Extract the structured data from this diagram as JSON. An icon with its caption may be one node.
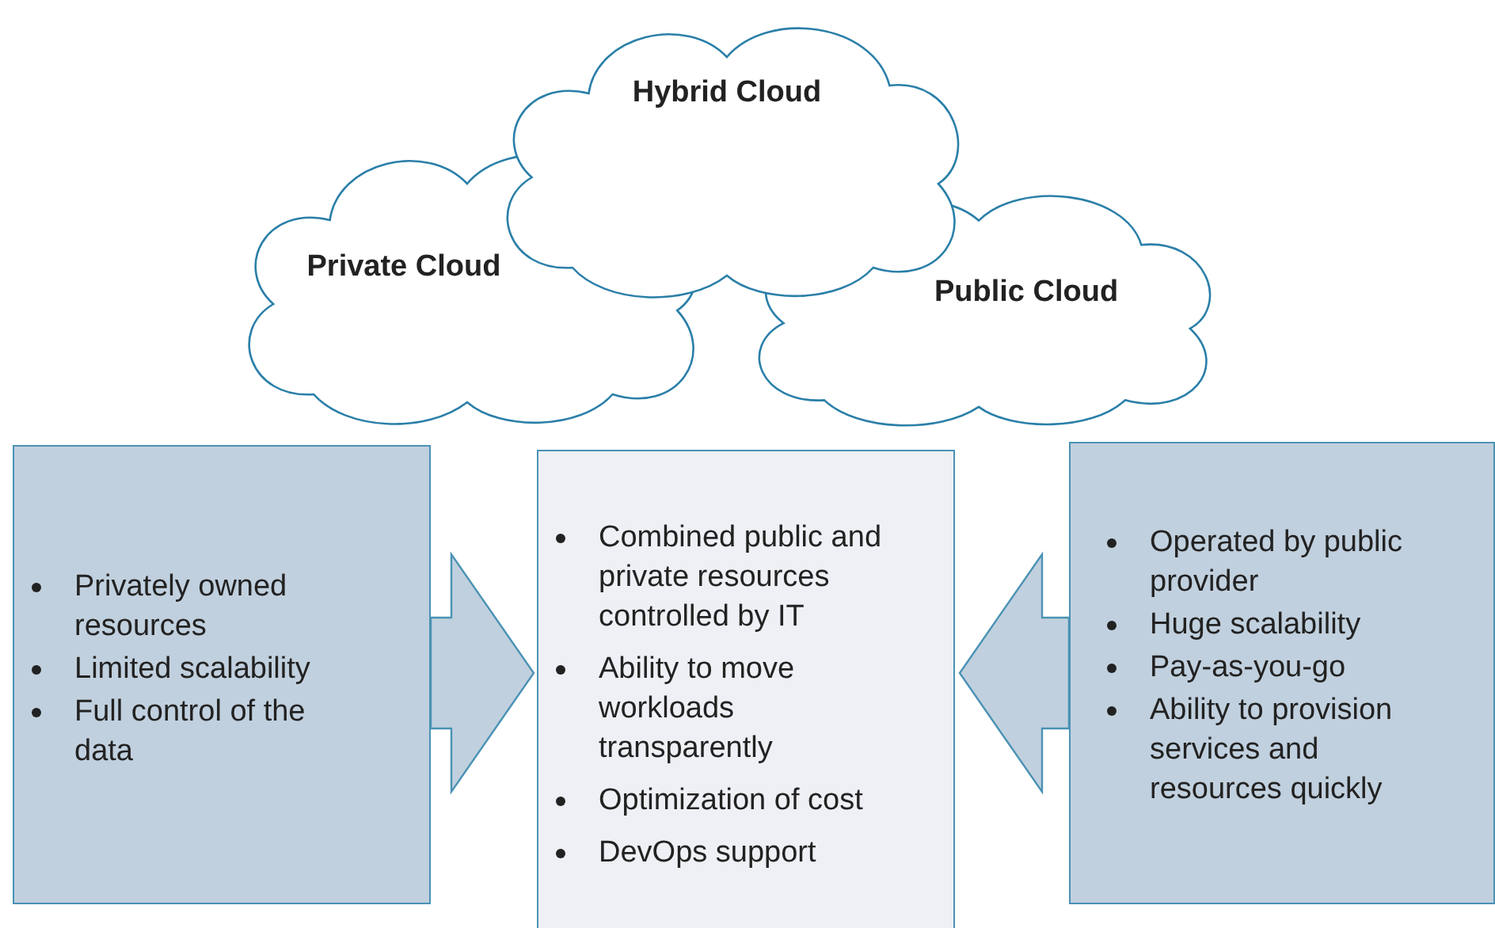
{
  "diagram": {
    "nodes": [
      {
        "text": [
          "Hybrid Cloud"
        ]
      },
      {
        "text": [
          "Private Cloud"
        ]
      },
      {
        "text": [
          "Public Cloud"
        ]
      },
      {
        "text": [
          "Privately owned resources",
          "Limited scalability",
          "Full control of the data"
        ]
      },
      {
        "text": [
          "Combined public and private resources controlled by IT",
          "Ability to move workloads transparently",
          "Optimization of cost",
          "DevOps support"
        ]
      },
      {
        "text": [
          "Operated by public provider",
          "Huge scalability",
          "Pay-as-you-go",
          "Ability to provision services and resources quickly"
        ]
      }
    ],
    "edges": [
      {
        "from": 3,
        "to": 4,
        "arrow": "to"
      },
      {
        "from": 5,
        "to": 4,
        "arrow": "to"
      }
    ]
  }
}
